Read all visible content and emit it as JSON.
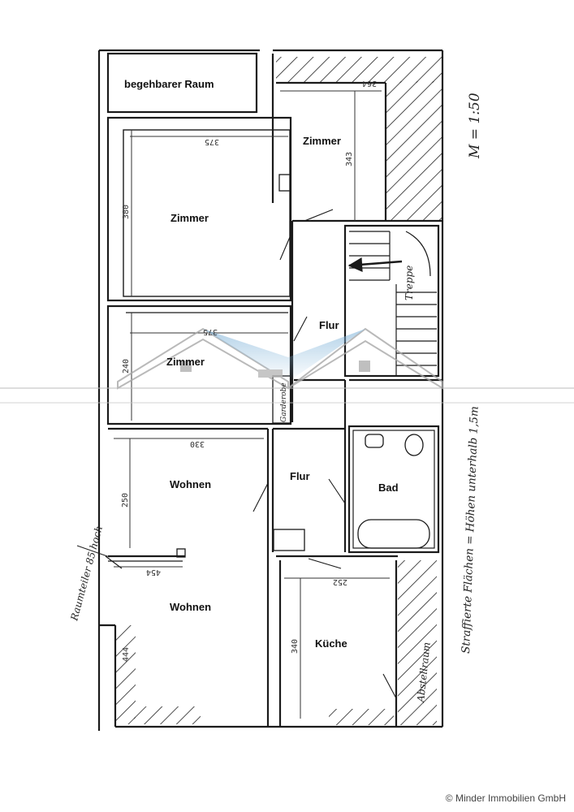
{
  "rooms": {
    "walk_in_room": "begehbarer Raum",
    "room_top_right": "Zimmer",
    "room_large": "Zimmer",
    "room_middle": "Zimmer",
    "hall_upper": "Flur",
    "hall_lower": "Flur",
    "living_upper": "Wohnen",
    "living_lower": "Wohnen",
    "bathroom": "Bad",
    "kitchen": "Küche"
  },
  "dimensions": {
    "d364": "364",
    "d343": "343",
    "d375_top": "375",
    "d380": "380",
    "d375_mid": "375",
    "d240": "240",
    "d330": "330",
    "d250": "250",
    "d454": "454",
    "d252": "252",
    "d340": "340",
    "d444": "444"
  },
  "annotations": {
    "scale": "M = 1:50",
    "stairs": "Treppe",
    "wardrobe": "Garderobe",
    "room_divider": "Raumteiler 85 hoch",
    "shaded_note": "Straffierte Flächen = Höhen unterhalb 1,5m",
    "storage": "Abstellraum"
  },
  "copyright": "© Minder Immobilien GmbH",
  "colors": {
    "wall": "#1a1a1a",
    "watermark_blue": "#7fb3d9",
    "watermark_gray": "#a8a8a8"
  }
}
